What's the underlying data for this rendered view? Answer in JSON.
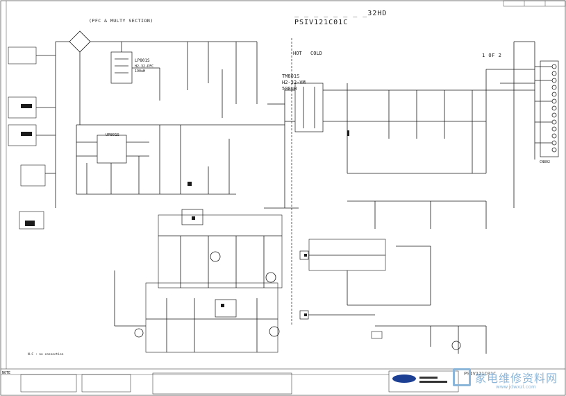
{
  "schematic": {
    "title_line1": "_ _ _ _ _ _ _ _32HD",
    "title_line2": "PSIV121C01C",
    "section_label": "(PFC & MULTY SECTION)",
    "hot_label": "HOT",
    "cold_label": "COLD",
    "page_label": "1 OF 2",
    "transformer": {
      "ref": "TM801S",
      "part": "H2-32-VM",
      "value": "500uH"
    },
    "inductor": {
      "ref": "LP801S",
      "part": "H2-32-PFC",
      "value": "190uH"
    },
    "ic_ref": "UP801S",
    "connector_ref": "CN802",
    "note_text": "N.C : no connection",
    "title_block_label": "NOTE",
    "title_block_model": "PSIV121C01C",
    "watermark_cn": "家电维修资料网",
    "watermark_url": "www.jdwxzl.com"
  },
  "colors": {
    "line": "#1a1a1a",
    "watermark": "#8bb5d9",
    "brand": "#1c3f94"
  }
}
